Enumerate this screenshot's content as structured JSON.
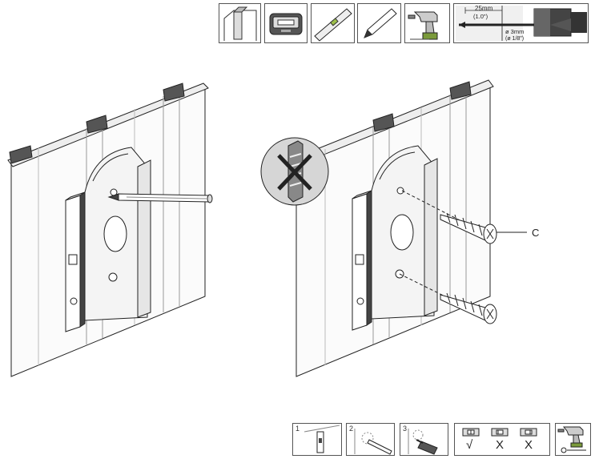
{
  "toolbar": {
    "tools": [
      {
        "icon": "wall-stud-icon"
      },
      {
        "icon": "stud-finder-icon"
      },
      {
        "icon": "spirit-level-icon"
      },
      {
        "icon": "pencil-icon"
      },
      {
        "icon": "power-drill-icon"
      },
      {
        "icon": "drill-bit-depth-icon"
      }
    ],
    "drill_spec": {
      "depth_mm": "25mm",
      "depth_in": "(1.0\")",
      "dia_mm": "ø 3mm",
      "dia_in": "(ø 1/8\")"
    }
  },
  "callouts": {
    "screw_label": "C"
  },
  "steps": {
    "items": [
      {
        "number": "1",
        "icon": "level-on-wall-icon"
      },
      {
        "number": "2",
        "icon": "pencil-mark-icon"
      },
      {
        "number": "3",
        "icon": "drill-hole-icon"
      }
    ],
    "level_checks": [
      {
        "mark": "√",
        "icon": "level-correct-icon"
      },
      {
        "mark": "X",
        "icon": "level-wrong-icon"
      },
      {
        "mark": "X",
        "icon": "level-wrong-icon"
      }
    ],
    "final_icon": "drill-and-screw-icon"
  },
  "colors": {
    "line": "#222222",
    "wall_shade": "#ececec",
    "bracket_shade": "#f4f4f4",
    "accent_green": "#7a9a3a"
  }
}
